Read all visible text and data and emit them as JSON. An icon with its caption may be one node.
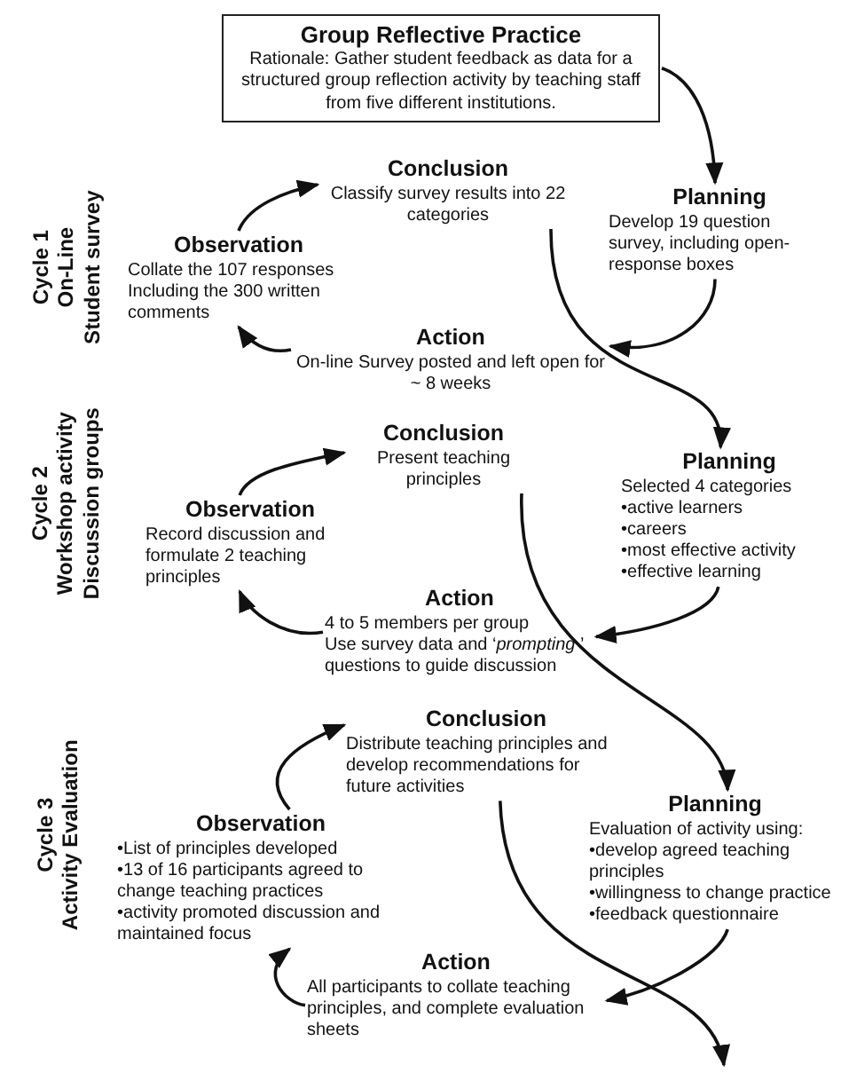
{
  "diagram": {
    "nodes": [
      {
        "text": [
          "Group Reflective Practice",
          "Rationale: Gather student feedback as data for a structured group reflection activity by teaching staff from five different institutions."
        ]
      },
      {
        "text": [
          "Planning",
          "Develop 19 question survey, including open-response boxes"
        ]
      },
      {
        "text": [
          "Action",
          "On-line Survey posted and left open for ~ 8 weeks"
        ]
      },
      {
        "text": [
          "Observation",
          "Collate the 107 responses Including the 300 written comments"
        ]
      },
      {
        "text": [
          "Conclusion",
          "Classify survey results into 22 categories"
        ]
      },
      {
        "text": [
          "Planning",
          "Selected 4 categories",
          "•active learners",
          "•careers",
          "•most effective activity",
          "•effective learning"
        ]
      },
      {
        "text": [
          "Action",
          "4 to 5 members per group",
          "Use survey data and ‘*prompting* ’ questions to guide discussion"
        ]
      },
      {
        "text": [
          "Observation",
          "Record discussion and formulate 2 teaching principles"
        ]
      },
      {
        "text": [
          "Conclusion",
          "Present teaching principles"
        ]
      },
      {
        "text": [
          "Planning",
          "Evaluation of activity using:",
          "•develop agreed teaching principles",
          "•willingness to change practice",
          "•feedback questionnaire"
        ]
      },
      {
        "text": [
          "Action",
          "All participants to collate teaching principles, and complete evaluation sheets"
        ]
      },
      {
        "text": [
          "Observation",
          "•List of principles developed",
          "•13 of 16 participants agreed to change teaching practices",
          "•activity promoted discussion and maintained focus"
        ]
      },
      {
        "text": [
          "Conclusion",
          "Distribute teaching principles and develop recommendations for future activities"
        ]
      }
    ],
    "edges": [
      {
        "from": 0,
        "to": 1,
        "arrow": "to"
      },
      {
        "from": 1,
        "to": 2,
        "arrow": "to"
      },
      {
        "from": 2,
        "to": 3,
        "arrow": "to"
      },
      {
        "from": 3,
        "to": 4,
        "arrow": "to"
      },
      {
        "from": 4,
        "to": 5,
        "arrow": "to"
      },
      {
        "from": 5,
        "to": 6,
        "arrow": "to"
      },
      {
        "from": 6,
        "to": 7,
        "arrow": "to"
      },
      {
        "from": 7,
        "to": 8,
        "arrow": "to"
      },
      {
        "from": 8,
        "to": 9,
        "arrow": "to"
      },
      {
        "from": 9,
        "to": 10,
        "arrow": "to"
      },
      {
        "from": 10,
        "to": 11,
        "arrow": "to"
      },
      {
        "from": 11,
        "to": 12,
        "arrow": "to"
      },
      {
        "from": 12,
        "to": null,
        "arrow": "to"
      }
    ],
    "labels": [
      "Cycle 1",
      "On-Line",
      "Student survey",
      "Cycle 2",
      "Workshop activity",
      "Discussion groups",
      "Cycle 3",
      "Activity Evaluation"
    ]
  }
}
